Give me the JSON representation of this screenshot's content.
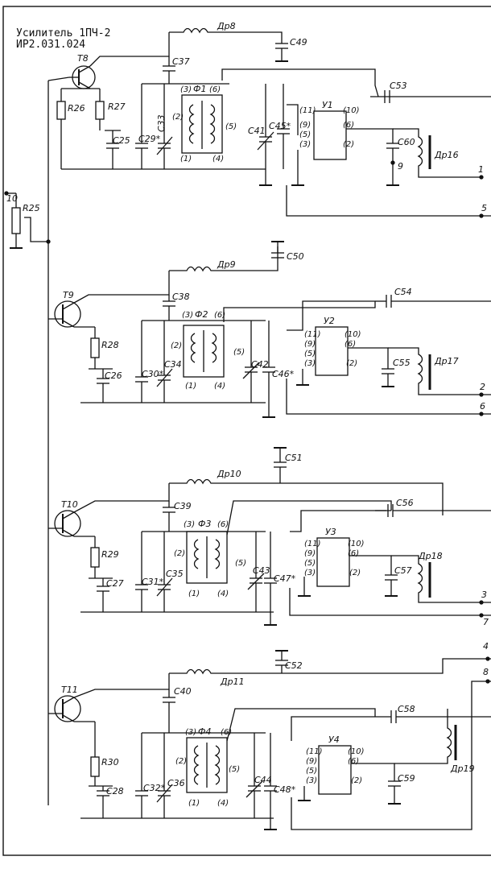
{
  "title": {
    "line1": "Усилитель 1ПЧ-2",
    "line2": "ИР2.031.024"
  },
  "left": {
    "node": "10",
    "resistor": "R25"
  },
  "stages": [
    {
      "transistor": "T8",
      "r_a": "R26",
      "r_b": "R27",
      "c_emit": "C25",
      "c_in": "C29*",
      "c_trim": "C33",
      "c_coup": "C37",
      "filter": "Ф1",
      "c_out": "C41",
      "c_star": "C45*",
      "c_supply": "C49",
      "choke": "Др8",
      "ic": "У1",
      "c_link": "C53",
      "c_out2": "C60",
      "choke_out": "Др16",
      "node9": "9",
      "out_a": "1",
      "out_b": "5",
      "pins": [
        "(3)",
        "(6)",
        "(2)",
        "(5)",
        "(1)",
        "(4)"
      ],
      "ic_pins": [
        "(11)",
        "(10)",
        "(9)",
        "(6)",
        "(5)",
        "(3)",
        "(2)"
      ]
    },
    {
      "transistor": "T9",
      "r_a": "",
      "r_b": "R28",
      "c_emit": "C26",
      "c_in": "C30*",
      "c_trim": "C34",
      "c_coup": "C38",
      "filter": "Ф2",
      "c_out": "C42",
      "c_star": "C46*",
      "c_supply": "C50",
      "choke": "Др9",
      "ic": "У2",
      "c_link": "C54",
      "c_out2": "C55",
      "choke_out": "Др17",
      "node9": "",
      "out_a": "2",
      "out_b": "6",
      "pins": [
        "(3)",
        "(6)",
        "(2)",
        "(5)",
        "(1)",
        "(4)"
      ],
      "ic_pins": [
        "(11)",
        "(10)",
        "(9)",
        "(6)",
        "(5)",
        "(3)",
        "(2)"
      ]
    },
    {
      "transistor": "T10",
      "r_a": "",
      "r_b": "R29",
      "c_emit": "C27",
      "c_in": "C31*",
      "c_trim": "C35",
      "c_coup": "C39",
      "filter": "Ф3",
      "c_out": "C43",
      "c_star": "C47*",
      "c_supply": "C51",
      "choke": "Др10",
      "ic": "У3",
      "c_link": "C56",
      "c_out2": "C57",
      "choke_out": "Др18",
      "node9": "",
      "out_a": "3",
      "out_b": "7",
      "pins": [
        "(3)",
        "(6)",
        "(2)",
        "(5)",
        "(1)",
        "(4)"
      ],
      "ic_pins": [
        "(11)",
        "(10)",
        "(9)",
        "(6)",
        "(5)",
        "(3)",
        "(2)"
      ]
    },
    {
      "transistor": "T11",
      "r_a": "",
      "r_b": "R30",
      "c_emit": "C28",
      "c_in": "C32*",
      "c_trim": "C36",
      "c_coup": "C40",
      "filter": "Ф4",
      "c_out": "C44",
      "c_star": "C48*",
      "c_supply": "C52",
      "choke": "Др11",
      "ic": "У4",
      "c_link": "C58",
      "c_out2": "C59",
      "choke_out": "Др19",
      "node9": "",
      "out_a": "4",
      "out_b": "8",
      "pins": [
        "(3)",
        "(6)",
        "(2)",
        "(5)",
        "(1)",
        "(4)"
      ],
      "ic_pins": [
        "(11)",
        "(10)",
        "(9)",
        "(6)",
        "(5)",
        "(3)",
        "(2)"
      ]
    }
  ]
}
